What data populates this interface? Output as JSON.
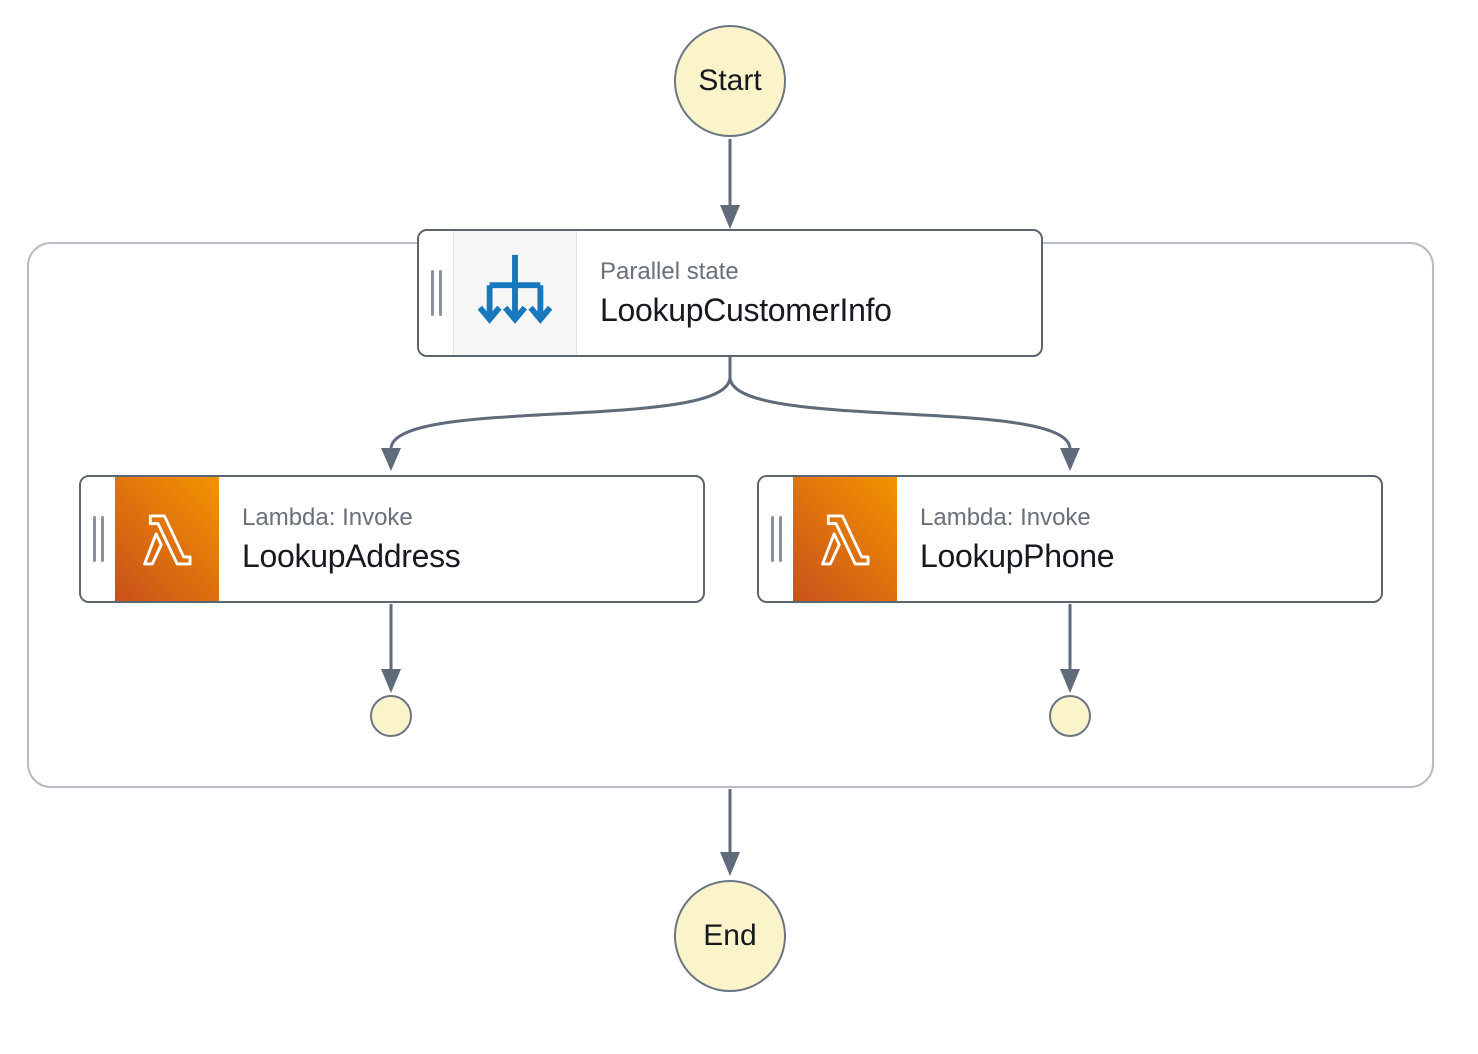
{
  "workflow": {
    "start": {
      "label": "Start"
    },
    "end": {
      "label": "End"
    },
    "parallel_state": {
      "type_label": "Parallel state",
      "name": "LookupCustomerInfo",
      "icon": "parallel-branch-icon"
    },
    "branches": [
      {
        "type_label": "Lambda: Invoke",
        "name": "LookupAddress",
        "icon": "lambda-icon"
      },
      {
        "type_label": "Lambda: Invoke",
        "name": "LookupPhone",
        "icon": "lambda-icon"
      }
    ],
    "colors": {
      "canvas_bg": "#ffffff",
      "edge": "#5f6b7a",
      "node_border": "#5c6671",
      "container_border": "#b7bbc2",
      "terminal_fill": "#fbf4ca",
      "terminal_border": "#6b7683",
      "type_label_text": "#697079",
      "title_text": "#16191f",
      "parallel_icon_blue": "#1878be",
      "parallel_icon_bg": "#f7f7f7",
      "lambda_gradient_start": "#c8511b",
      "lambda_gradient_end": "#f59300",
      "drag_handle": "#8a939d"
    }
  }
}
